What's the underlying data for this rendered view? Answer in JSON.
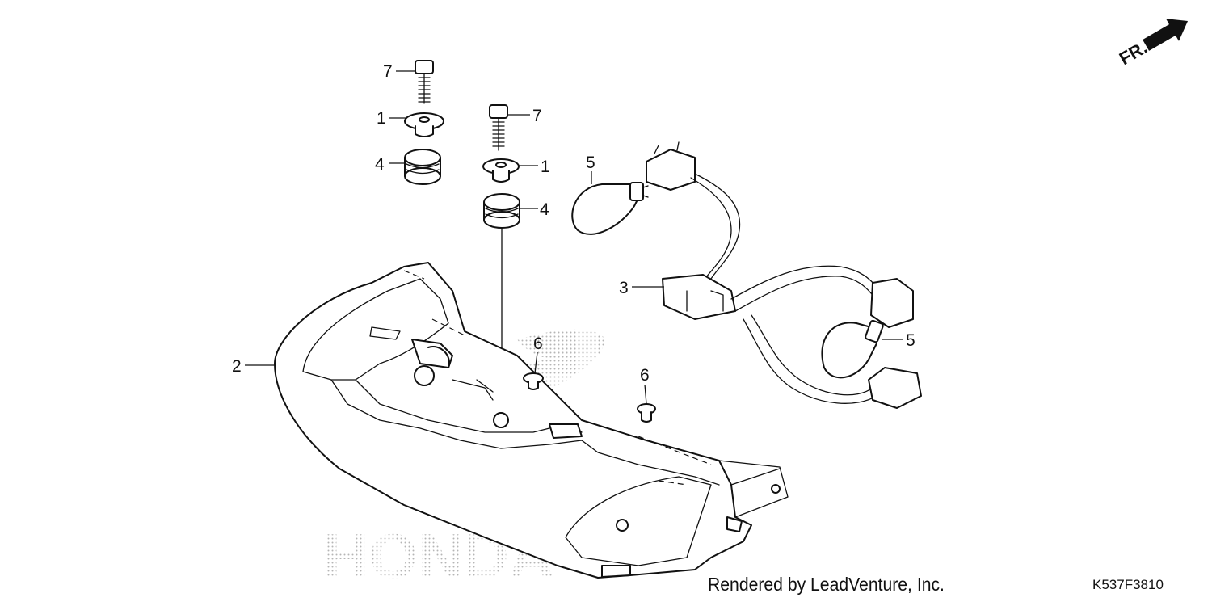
{
  "callouts": {
    "c7a": "7",
    "c1a": "1",
    "c4a": "4",
    "c7b": "7",
    "c1b": "1",
    "c4b": "4",
    "c5a": "5",
    "c5b": "5",
    "c3": "3",
    "c2": "2",
    "c6a": "6",
    "c6b": "6"
  },
  "direction_label": "FR.",
  "watermark_text": "HONDA",
  "credit": "Rendered by LeadVenture, Inc.",
  "diagram_code": "K537F3810"
}
